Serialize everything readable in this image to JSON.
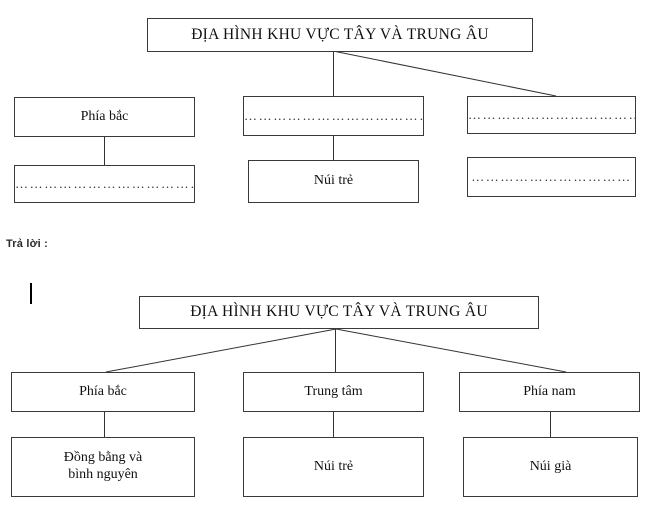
{
  "page": {
    "title": "ĐỊA HÌNH KHU VỰC TÂY VÀ TRUNG ÂU",
    "answer_label": "Trả lời :",
    "blank_placeholder": "……………………………",
    "blank_placeholder_short": "…………………………"
  },
  "exercise_diagram": {
    "root": {
      "label": "ĐỊA HÌNH KHU VỰC TÂY VÀ TRUNG ÂU"
    },
    "columns": [
      {
        "name": "left",
        "top": {
          "label": "Phía bắc",
          "filled": true
        },
        "bottom": {
          "label": "……………………………………",
          "filled": false
        }
      },
      {
        "name": "center",
        "top": {
          "label": "……………………………………",
          "filled": false
        },
        "bottom": {
          "label": "Núi trẻ",
          "filled": true
        }
      },
      {
        "name": "right",
        "top": {
          "label": "……………………………………",
          "filled": false
        },
        "bottom": {
          "label": "……………………………",
          "filled": false
        }
      }
    ]
  },
  "answer_diagram": {
    "root": {
      "label": "ĐỊA HÌNH KHU VỰC TÂY VÀ TRUNG ÂU"
    },
    "columns": [
      {
        "name": "left",
        "top": {
          "label": "Phía bắc"
        },
        "bottom_line1": "Đồng bằng và",
        "bottom_line2": "bình nguyên"
      },
      {
        "name": "center",
        "top": {
          "label": "Trung tâm"
        },
        "bottom_line1": "Núi trẻ",
        "bottom_line2": ""
      },
      {
        "name": "right",
        "top": {
          "label": "Phía nam"
        },
        "bottom_line1": "Núi già",
        "bottom_line2": ""
      }
    ]
  },
  "colors": {
    "border": "#3a3a3a",
    "line": "#333333",
    "text": "#101010",
    "background": "#ffffff"
  }
}
